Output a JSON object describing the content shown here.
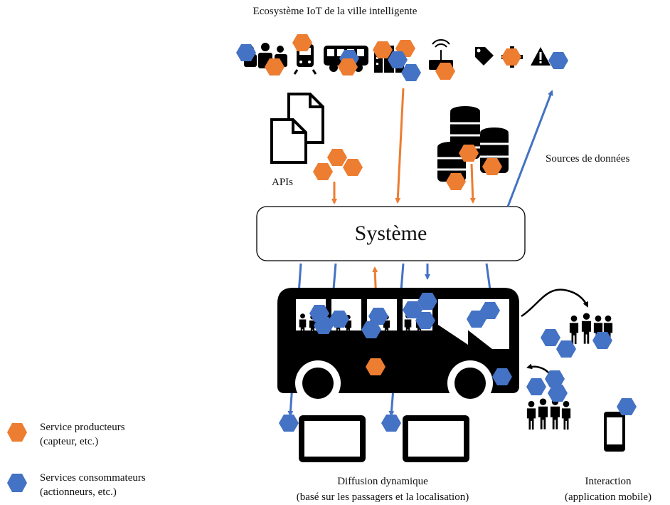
{
  "diagram": {
    "title": "Ecosystème IoT de la ville intelligente",
    "system_label": "Système",
    "apis_label": "APIs",
    "data_sources_label": "Sources de données",
    "diffusion_label_line1": "Diffusion dynamique",
    "diffusion_label_line2": "(basé sur les passagers et la localisation)",
    "interaction_label_line1": "Interaction",
    "interaction_label_line2": "(application mobile)"
  },
  "legend": {
    "producer_line1": "Service producteurs",
    "producer_line2": "(capteur, etc.)",
    "consumer_line1": "Services consommateurs",
    "consumer_line2": "(actionneurs, etc.)"
  },
  "colors": {
    "producer": "#ED7D31",
    "consumer": "#4472C4",
    "icon": "#000000"
  },
  "iot_icons": [
    "people-group-icon",
    "tram-icon",
    "bus-icon",
    "city-buildings-icon",
    "wifi-router-icon",
    "tag-icon",
    "gear-icon",
    "warning-icon"
  ]
}
